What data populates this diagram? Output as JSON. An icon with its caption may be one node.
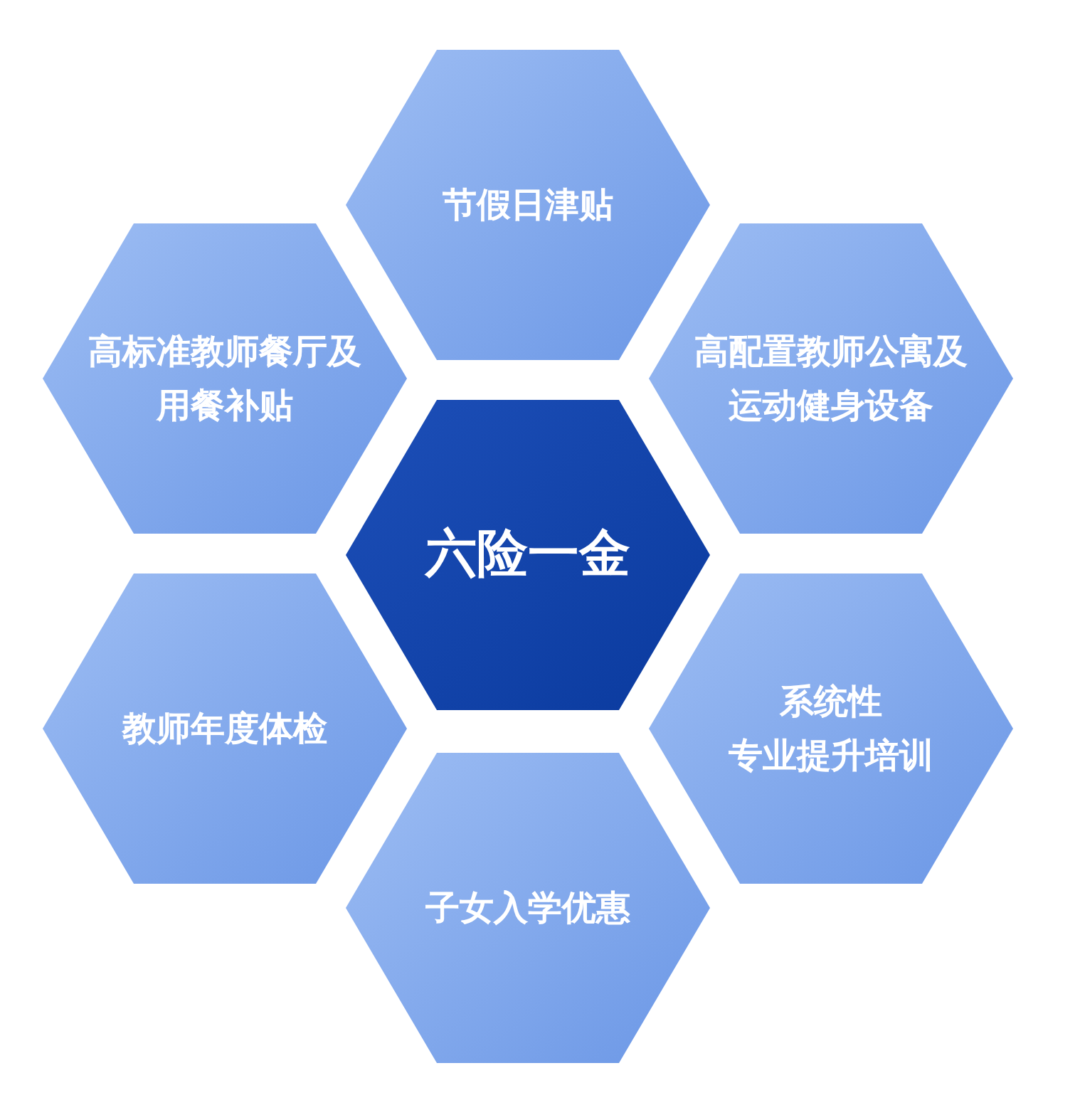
{
  "diagram": {
    "nodes": [
      {
        "text": [
          "节假日津贴"
        ]
      },
      {
        "text": [
          "高标准教师餐厅及用餐补贴"
        ]
      },
      {
        "text": [
          "高配置教师公寓及运动健身设备"
        ]
      },
      {
        "text": [
          "六险一金"
        ]
      },
      {
        "text": [
          "教师年度体检"
        ]
      },
      {
        "text": [
          "系统性",
          "专业提升培训"
        ]
      },
      {
        "text": [
          "子女入学优惠"
        ]
      }
    ]
  }
}
